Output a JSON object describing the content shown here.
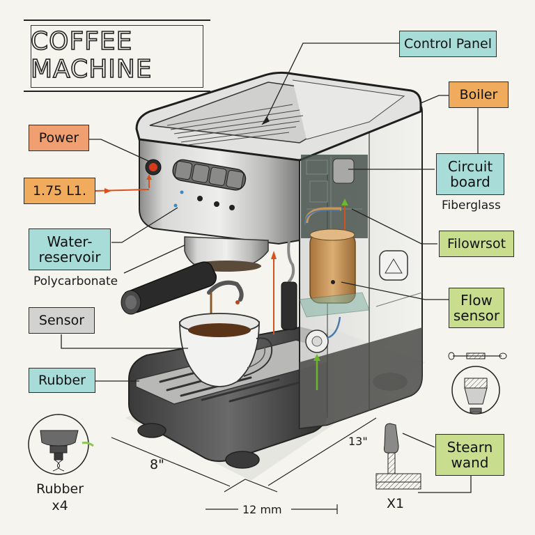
{
  "title": {
    "line1": "COFFEE",
    "line2": "MACHINE"
  },
  "labels": {
    "control_panel": "Control Panel",
    "boiler": "Boiler",
    "circuit_board": "Circuit board",
    "circuit_board_material": "Fiberglass",
    "flowrsot": "Filowrsot",
    "flow_sensor": "Flow sensor",
    "steam_wand": "Stearn wand",
    "power": "Power",
    "capacity": "1.75 L1.",
    "water_reservoir": "Water-reservoir",
    "water_reservoir_material": "Polycarbonate",
    "sensor": "Sensor",
    "rubber": "Rubber"
  },
  "callouts": {
    "rubber_feet_name": "Rubber",
    "rubber_feet_qty": "x4",
    "steam_wand_qty": "X1"
  },
  "dimensions": {
    "depth": "8\"",
    "width": "13\"",
    "base": "12 mm"
  },
  "colors": {
    "cyan": "#a8dcd9",
    "orange": "#f0a070",
    "amber": "#f0ac5c",
    "green": "#c8dd8e",
    "grey": "#d2d2d0",
    "coffee": "#5a3418",
    "copper": "#c8955a",
    "accent_red": "#d8501c",
    "accent_green": "#6cb82a"
  }
}
